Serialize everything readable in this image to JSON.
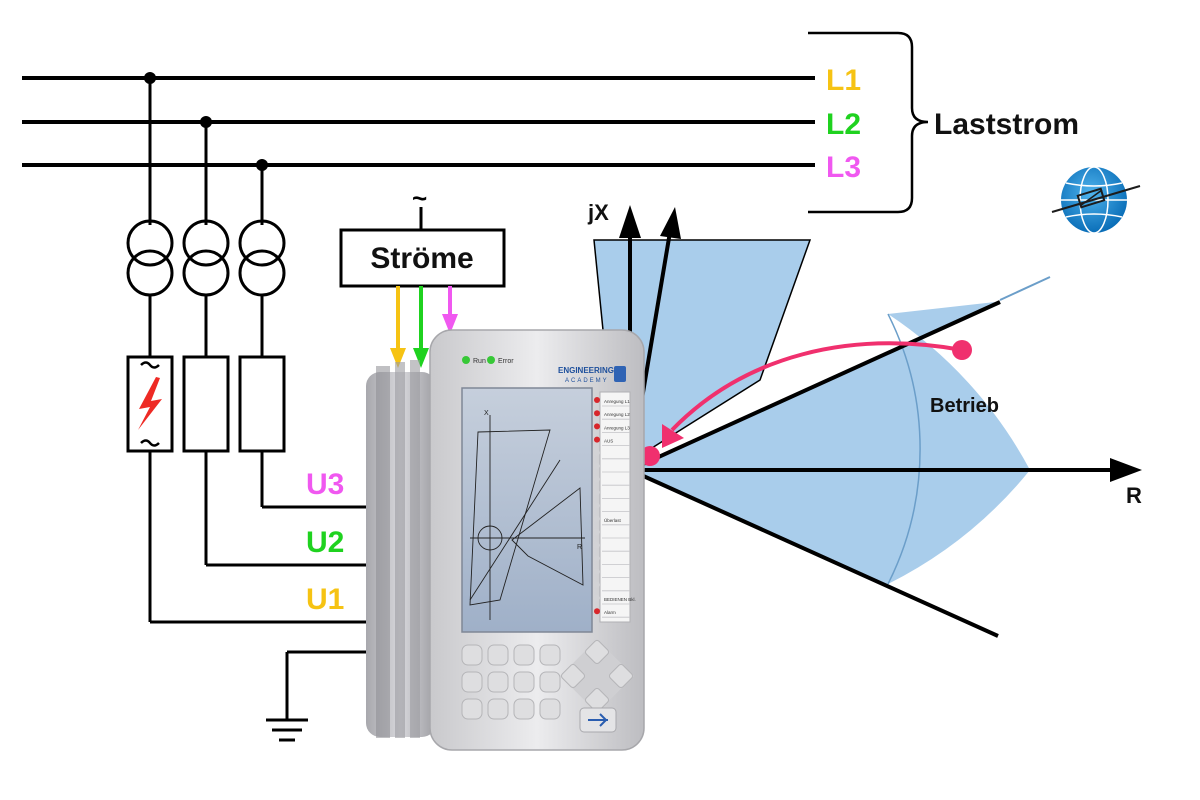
{
  "labels": {
    "phases": [
      {
        "text": "L1",
        "color": "#f6c313"
      },
      {
        "text": "L2",
        "color": "#1fd21f"
      },
      {
        "text": "L3",
        "color": "#f058f0"
      }
    ],
    "laststrom": "Laststrom",
    "stroeme": "Ströme",
    "tilde": "~",
    "voltages": [
      {
        "text": "U3",
        "color": "#f058f0"
      },
      {
        "text": "U2",
        "color": "#1fd21f"
      },
      {
        "text": "U1",
        "color": "#f6c313"
      }
    ],
    "axis_jx": "jX",
    "axis_r": "R",
    "operating_region": "Betrieb"
  },
  "device": {
    "brand": "ENGINEERING",
    "brand_sub": "ACADEMY",
    "led_run": "Run",
    "led_error": "Error",
    "screen_x_label": "X",
    "screen_r_label": "R",
    "side_labels": [
      "Anregung L1",
      "Anregung L2",
      "Anregung L3",
      "AUS",
      "",
      "",
      "",
      "",
      "",
      "Überlast",
      "",
      "",
      "",
      "",
      "",
      "BEDIENEN Bkl.",
      "Alarm"
    ]
  },
  "colors": {
    "zone_blue": "#a9cdeb",
    "trajectory": "#f0306e",
    "fault_red": "#ee2a24"
  }
}
